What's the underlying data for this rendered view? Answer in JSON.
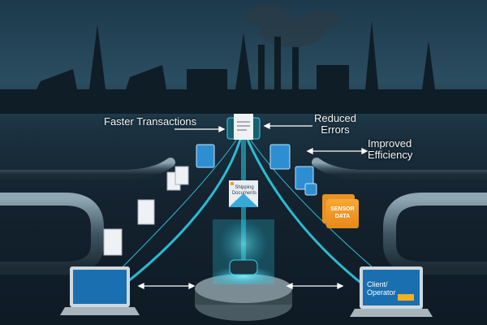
{
  "labels": {
    "faster": "Faster Transactions",
    "reduced": "Reduced Errors",
    "improved": "Improved Efficiency"
  },
  "documents": {
    "shipping": "Shipping Documents",
    "sensor": "SENSOR DATA"
  },
  "laptops": {
    "right_label": "Client/ Operator"
  },
  "colors": {
    "accent": "#2fd6f0",
    "sensor": "#f39a25",
    "sky": "#2a4d60"
  }
}
